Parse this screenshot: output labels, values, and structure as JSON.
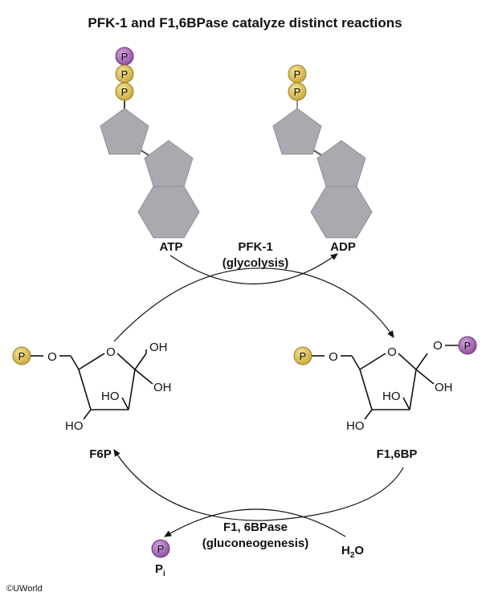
{
  "title": "PFK-1 and F1,6BPase catalyze distinct reactions",
  "phosphate_label": "P",
  "colors": {
    "phosphate_gold": "#d9bf4e",
    "phosphate_purple": "#a463b3",
    "adenosine_gray": "#a9aab0"
  },
  "molecules": {
    "atp": "ATP",
    "adp": "ADP",
    "f6p": "F6P",
    "f16bp": "F1,6BP",
    "water": "H",
    "water_sub": "2",
    "water_o": "O",
    "pi": "P",
    "pi_sub": "i"
  },
  "enzymes": {
    "pfk1_name": "PFK-1",
    "pfk1_pathway": "(glycolysis)",
    "f16bpase_name": "F1, 6BPase",
    "f16bpase_pathway": "(gluconeogenesis)"
  },
  "atoms": {
    "o": "O",
    "oh": "OH",
    "ho": "HO"
  },
  "copyright": "©UWorld"
}
